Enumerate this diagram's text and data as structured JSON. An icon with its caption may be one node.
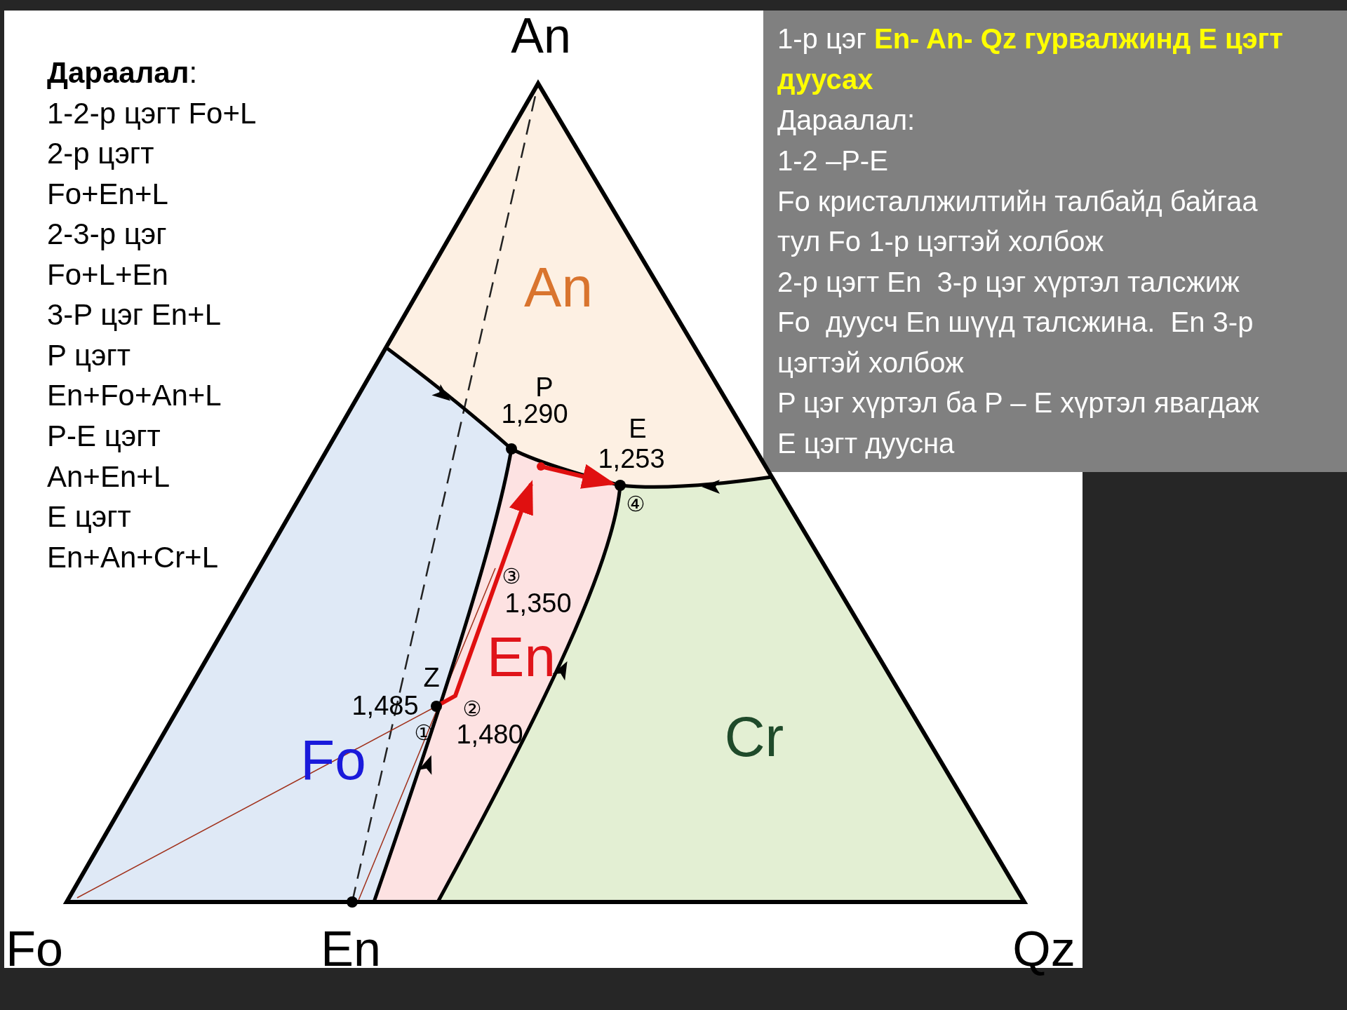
{
  "diagram": {
    "labels": [
      "**Дараалал**:",
      "1-2-р цэгт Fo+L",
      "2-р цэгт",
      "Fo+En+L",
      "2-3-р цэг",
      "Fo+L+En",
      "3-P цэг En+L",
      "P цэгт",
      "En+Fo+An+L",
      "P-E цэгт",
      "An+En+L",
      "E цэгт",
      "En+An+Cr+L",
      "1-р цэг **En- An- Qz гурвалжинд Е цэгт дуусах**",
      "Дараалал:",
      "1-2 –P-E",
      "Fo кристаллжилтийн талбайд байгаа",
      "тул Fo 1-р цэгтэй холбож",
      "2-р цэгт En  3-р цэг хүртэл талсжиж",
      "Fo  дуусч En шүүд талсжина.  En 3-р",
      "цэгтэй холбож",
      "P цэг хүртэл ба P – E хүртэл явагдаж",
      "Е цэгт дуусна",
      "An",
      "An",
      "P",
      "1,290",
      "E",
      "1,253",
      "④",
      "③",
      "1,350",
      "En",
      "Z",
      "1,485",
      "②",
      "①",
      "1,480",
      "Fo",
      "Cr",
      "Fo",
      "En",
      "Qz"
    ]
  }
}
